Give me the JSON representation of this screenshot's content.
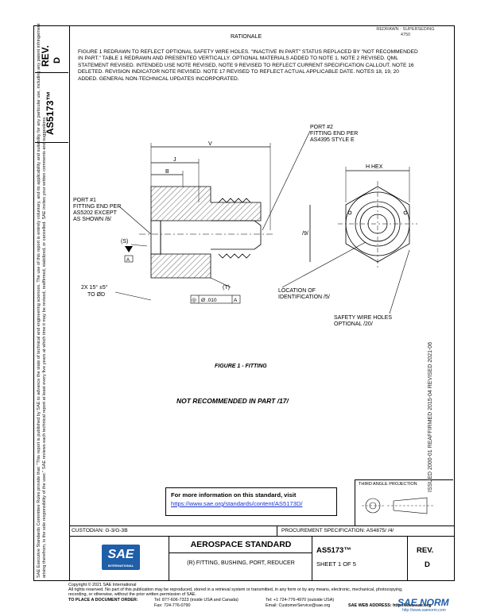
{
  "side": {
    "rev_label": "REV.",
    "rev_value": "D",
    "doc_number": "AS5173™",
    "disclaimer": "SAE Executive Standards Committee Rules provide that: \"This report is published by SAE to advance the state of technical and engineering sciences. The use of this report is entirely voluntary, and its applicability and suitability for any particular use, including any patent infringement arising therefrom, is the sole responsibility of the user.\" SAE reviews each technical report at least every five years at which time it may be revised, reaffirmed, stabilized, or cancelled. SAE invites your written comments and suggestions.",
    "revdates": "ISSUED 2000-01    REAFFIRMED 2015-04    REVISED 2021-06"
  },
  "header": {
    "box_line1": "REDRAWN · SUPERSEDING",
    "box_line2": "4750"
  },
  "rationale": {
    "title": "RATIONALE",
    "text": "FIGURE 1 REDRAWN TO REFLECT OPTIONAL SAFETY WIRE HOLES. \"INACTIVE IN PART\" STATUS REPLACED BY \"NOT RECOMMENDED IN PART.\" TABLE 1 REDRAWN AND PRESENTED VERTICALLY. OPTIONAL MATERIALS ADDED TO NOTE 1. NOTE 2 REVISED. QML STATEMENT REVISED. INTENDED USE NOTE REVISED, NOTE 9 REVISED TO REFLECT CURRENT SPECIFICATION CALLOUT. NOTE 16 DELETED. REVISION INDICATOR NOTE REVISED. NOTE 17 REVISED TO REFLECT ACTUAL APPLICABLE DATE. NOTES 18, 19, 20 ADDED. GENERAL NON-TECHNICAL UPDATES INCORPORATED."
  },
  "drawing": {
    "port2_l1": "PORT #2",
    "port2_l2": "FITTING END PER",
    "port2_l3": "AS4395 STYLE E",
    "port1_l1": "PORT #1",
    "port1_l2": "FITTING END PER",
    "port1_l3": "AS5202 EXCEPT",
    "port1_l4": "AS SHOWN /8/",
    "dim_v": "V",
    "dim_j": "J",
    "dim_b": "B",
    "dim_h": "H HEX",
    "dim_9": "/9/",
    "label_s": "(S)",
    "datum_a": "A",
    "label_t": "(T)",
    "chamfer_l1": "2X 15° ±5°",
    "chamfer_l2": "TO ØD",
    "tol_sym": "◎",
    "tol_val": "Ø .010",
    "tol_ref": "A",
    "loc_l1": "LOCATION OF",
    "loc_l2": "IDENTIFICATION /5/",
    "safety_l1": "SAFETY WIRE HOLES",
    "safety_l2": "OPTIONAL /20/"
  },
  "figure_caption": "FIGURE 1 - FITTING",
  "not_recommended": "NOT RECOMMENDED IN PART /17/",
  "info": {
    "line1": "For more information on this standard, visit",
    "link": "https://www.sae.org/standards/content/AS5173D/"
  },
  "projection_label": "THIRD ANGLE PROJECTION",
  "custodian": "CUSTODIAN: G-3/G-3B",
  "procurement": "PROCUREMENT SPECIFICATION: AS4875/ /4/",
  "title_block": {
    "logo_text": "SAE",
    "logo_sub": "INTERNATIONAL",
    "aero": "AEROSPACE STANDARD",
    "fitting_name": "(R) FITTING, BUSHING, PORT, REDUCER",
    "doc_number": "AS5173™",
    "sheet": "SHEET 1 OF 5",
    "rev_label": "REV.",
    "rev_value": "D"
  },
  "footer": {
    "copyright": "Copyright © 2021 SAE International",
    "rights": "All rights reserved. No part of this publication may be reproduced, stored in a retrieval system or transmitted, in any form or by any means, electronic, mechanical, photocopying,",
    "rights2": "recording, or otherwise, without the prior written permission of SAE.",
    "order": "TO PLACE A DOCUMENT ORDER:",
    "tel1": "Tel: 877-606-7323 (inside USA and Canada)",
    "tel2": "Tel: +1 724-776-4970 (outside USA)",
    "fax": "Fax: 724-776-0790",
    "email": "Email: CustomerService@sae.org",
    "web": "SAE WEB ADDRESS: http://www.sae.org"
  },
  "watermark": {
    "title": "SAE NORM",
    "sub": "http://www.saenorm.com"
  }
}
